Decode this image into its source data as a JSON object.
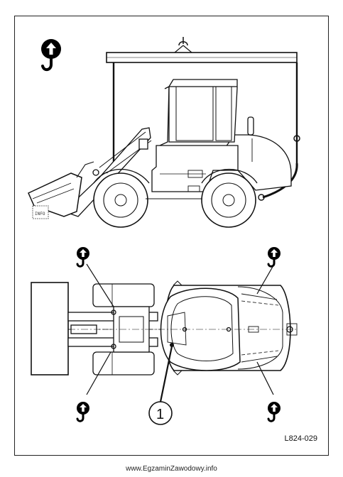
{
  "diagram": {
    "callout_label": "1",
    "reference_code": "L824-029",
    "decal_text": "INFO",
    "lift_icon": "lift-hook-icon"
  },
  "footer": {
    "url": "www.EgzaminZawodowy.info"
  }
}
